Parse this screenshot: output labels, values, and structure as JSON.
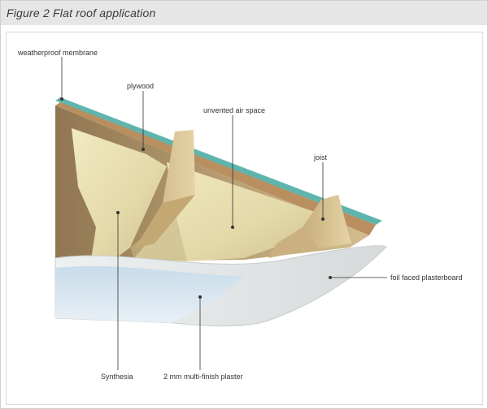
{
  "figure": {
    "title": "Figure 2  Flat roof application"
  },
  "labels": {
    "weatherproof_membrane": "weatherproof membrane",
    "plywood": "plywood",
    "unvented_air_space": "unvented air space",
    "joist": "joist",
    "foil_faced_plasterboard": "foil faced plasterboard",
    "synthesia": "Synthesia",
    "multi_finish_plaster": "2 mm multi-finish plaster"
  },
  "colors": {
    "title_bar": "#e6e6e6",
    "membrane": "#5fb5ad",
    "plywood": "#c8a47a",
    "insulation": "#e6ddb0",
    "timber": "#d6c08e",
    "plasterboard": "#e9ecec",
    "plaster": "#d2e2ee",
    "leader": "#333333"
  }
}
